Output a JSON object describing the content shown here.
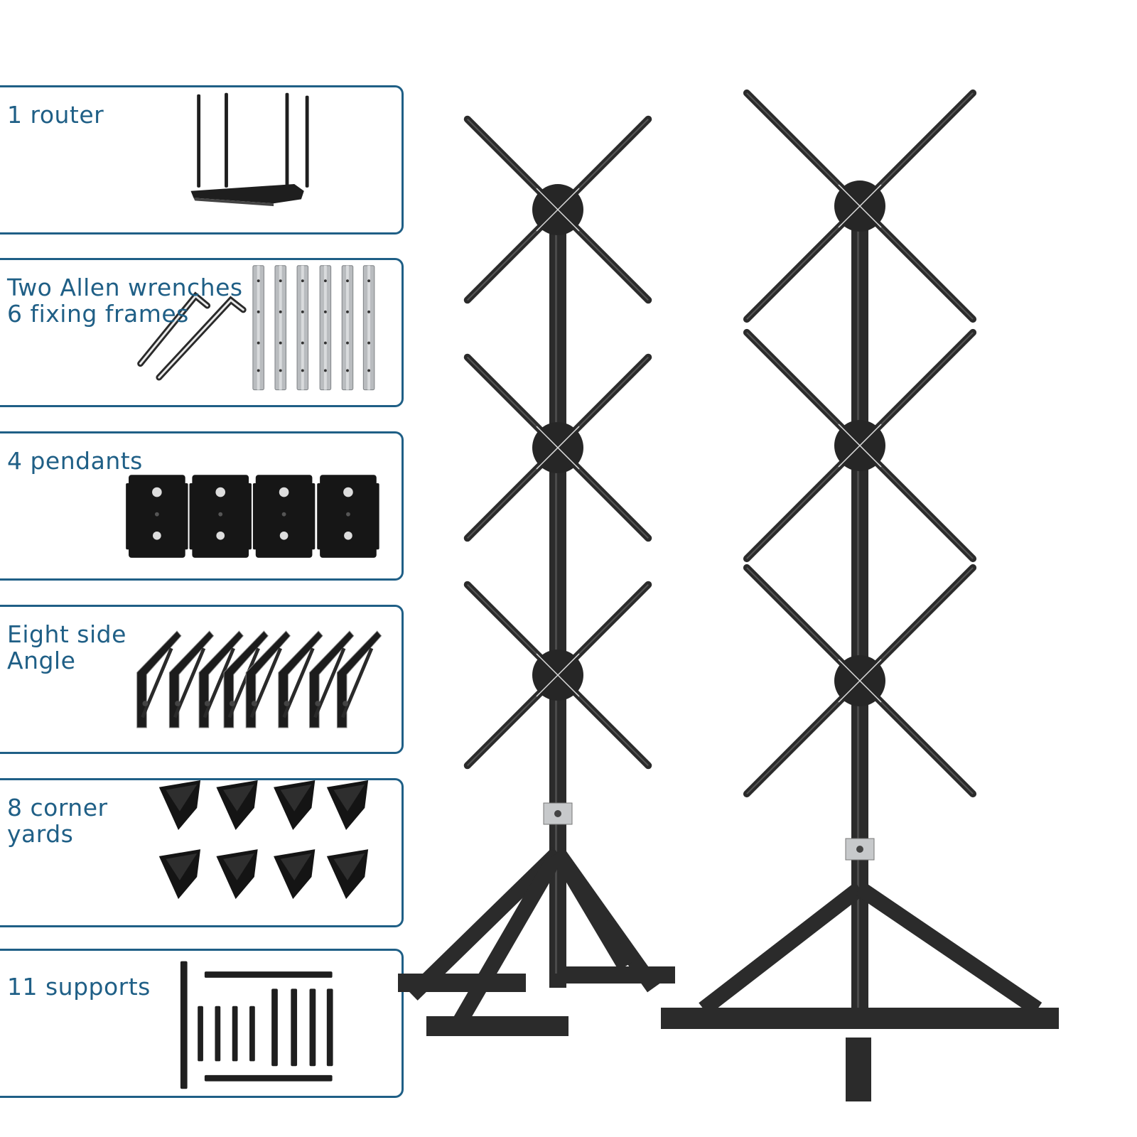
{
  "panels": [
    {
      "id": "router",
      "label": "1 router"
    },
    {
      "id": "wrenches-frames",
      "label": "Two Allen wrenches\n6 fixing frames"
    },
    {
      "id": "pendants",
      "label": "4 pendants"
    },
    {
      "id": "side-angles",
      "label": "Eight side\nAngle"
    },
    {
      "id": "corner-yards",
      "label": "8 corner\nyards"
    },
    {
      "id": "supports",
      "label": "11 supports"
    }
  ],
  "colors": {
    "border": "#1f5f86",
    "text": "#1f5f86",
    "metal": "#2b2b2b",
    "steel": "#b9bcbf"
  }
}
